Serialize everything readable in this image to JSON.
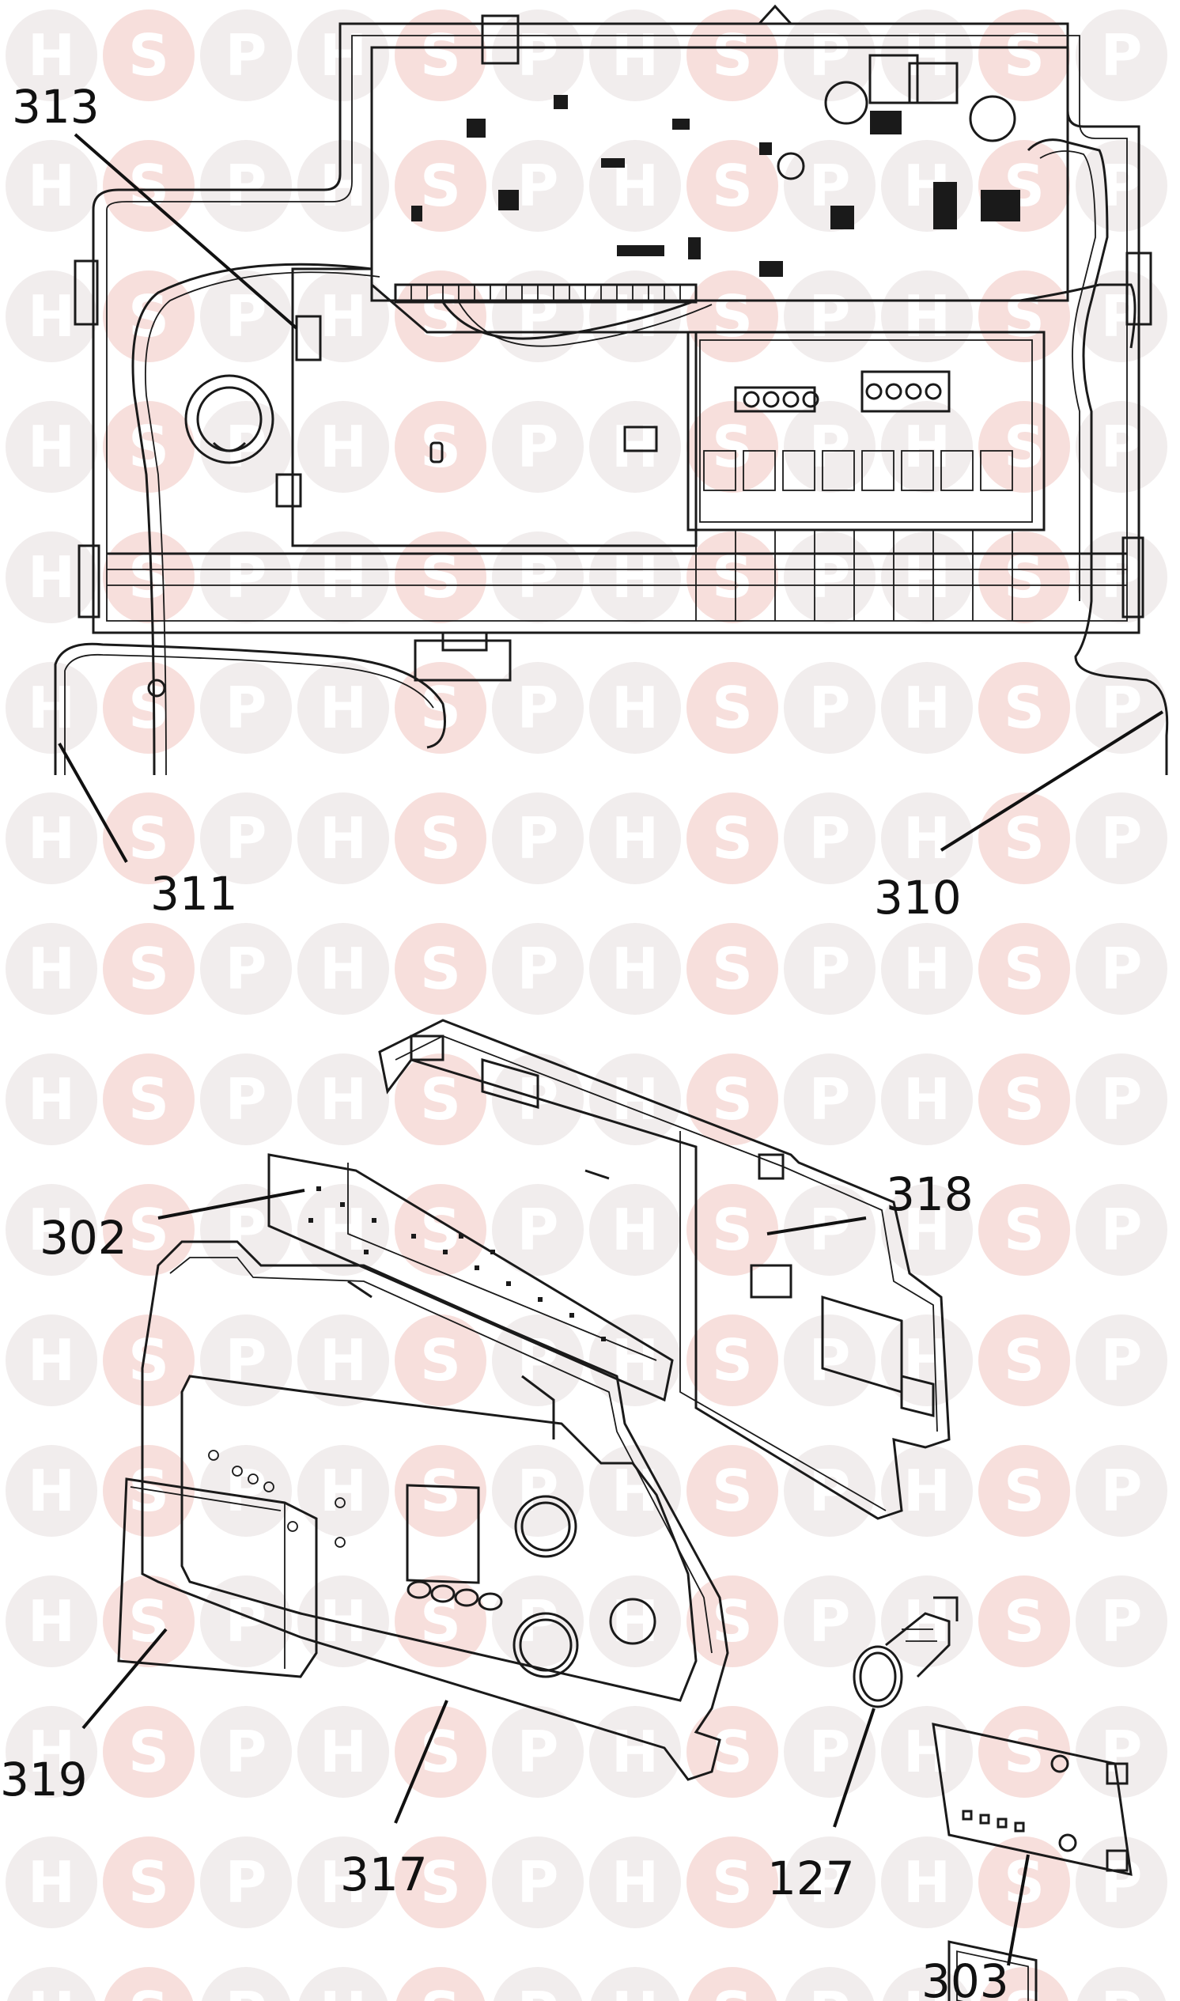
{
  "watermark": {
    "letters": [
      "H",
      "S",
      "P"
    ],
    "colors": {
      "H": "#e6dede",
      "S": "#f0c4c0",
      "P": "#e6dede"
    }
  },
  "callouts": {
    "c313": "313",
    "c311": "311",
    "c310": "310",
    "c302": "302",
    "c318": "318",
    "c319": "319",
    "c317": "317",
    "c127": "127",
    "c303": "303"
  }
}
